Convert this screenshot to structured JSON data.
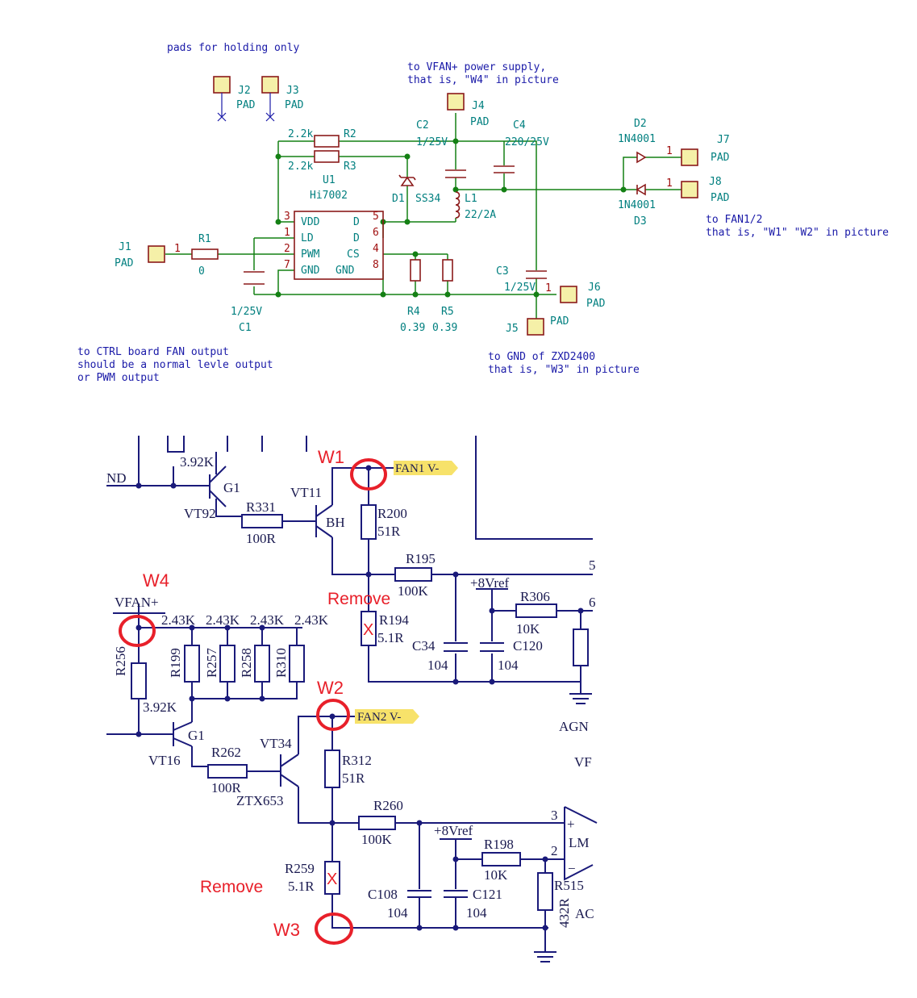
{
  "top_schematic": {
    "notes": {
      "pads_holding": "pads for holding only",
      "vfan_line1": "to VFAN+ power supply,",
      "vfan_line2": "that is, \"W4\" in picture",
      "fan_line1": "to FAN1/2",
      "fan_line2": "that is, \"W1\" \"W2\" in picture",
      "gnd_line1": "to GND of ZXD2400",
      "gnd_line2": "that is, \"W3\" in picture",
      "ctrl_line1": "to CTRL board FAN output",
      "ctrl_line2": "should be a normal levle output",
      "ctrl_line3": "or PWM output"
    },
    "pads": {
      "J1": "J1",
      "J2": "J2",
      "J3": "J3",
      "J4": "J4",
      "J5": "J5",
      "J6": "J6",
      "J7": "J7",
      "J8": "J8",
      "value": "PAD",
      "pin": "1"
    },
    "components": {
      "R1_ref": "R1",
      "R1_val": "0",
      "R2_ref": "R2",
      "R2_val": "2.2k",
      "R3_ref": "R3",
      "R3_val": "2.2k",
      "R4_ref": "R4",
      "R4_val": "0.39",
      "R5_ref": "R5",
      "R5_val": "0.39",
      "C1_ref": "C1",
      "C1_val": "1/25V",
      "C2_ref": "C2",
      "C2_val": "1/25V",
      "C3_ref": "C3",
      "C3_val": "1/25V",
      "C4_ref": "C4",
      "C4_val": "220/25V",
      "D1_ref": "D1",
      "D1_val": "SS34",
      "D2_ref": "D2",
      "D2_val": "1N4001",
      "D3_ref": "D3",
      "D3_val": "1N4001",
      "L1_ref": "L1",
      "L1_val": "22/2A",
      "U1_ref": "U1",
      "U1_val": "Hi7002"
    },
    "ic_pins": {
      "vdd": "VDD",
      "ld": "LD",
      "pwm": "PWM",
      "gnd": "GND",
      "d5": "D",
      "d6": "D",
      "cs": "CS",
      "gnd8": "GND",
      "n3": "3",
      "n1": "1",
      "n2": "2",
      "n7": "7",
      "n5": "5",
      "n6": "6",
      "n4": "4",
      "n8": "8"
    }
  },
  "bottom_schematic": {
    "markers": {
      "W1": "W1",
      "W2": "W2",
      "W3": "W3",
      "W4": "W4",
      "remove1": "Remove",
      "remove2": "Remove",
      "x": "X"
    },
    "net_tags": {
      "fan1": "FAN1 V-",
      "fan2": "FAN2 V-"
    },
    "labels": {
      "nd": "ND",
      "r392k_a": "3.92K",
      "g1_a": "G1",
      "vt92": "VT92",
      "r331": "R331",
      "r331_val": "100R",
      "vt11": "VT11",
      "bh": "BH",
      "r200": "R200",
      "r200_val": "51R",
      "r195": "R195",
      "r195_val": "100K",
      "vref_a": "+8Vref",
      "r306": "R306",
      "r306_val": "10K",
      "r194": "R194",
      "r194_val": "5.1R",
      "c34": "C34",
      "c34_val": "104",
      "c120": "C120",
      "c120_val": "104",
      "agn": "AGN",
      "vfan": "VFAN+",
      "r243_a": "2.43K",
      "r243_b": "2.43K",
      "r243_c": "2.43K",
      "r243_d": "2.43K",
      "r256": "R256",
      "r199": "R199",
      "r257": "R257",
      "r258": "R258",
      "r310": "R310",
      "r392k_b": "3.92K",
      "g1_b": "G1",
      "vt16": "VT16",
      "r262": "R262",
      "r262_val": "100R",
      "vt34": "VT34",
      "ztx653": "ZTX653",
      "r312": "R312",
      "r312_val": "51R",
      "r260": "R260",
      "r260_val": "100K",
      "vref_b": "+8Vref",
      "r198": "R198",
      "r198_val": "10K",
      "r259": "R259",
      "r259_val": "5.1R",
      "c108": "C108",
      "c108_val": "104",
      "c121": "C121",
      "c121_val": "104",
      "r515": "R515",
      "r515_val": "432R",
      "lm": "LM",
      "pin3": "3",
      "pin2": "2",
      "plus": "+",
      "minus": "−",
      "ac": "AC",
      "vf": "VF",
      "six": "6",
      "five": "5"
    }
  },
  "colors": {
    "wire_green": "#148014",
    "part_red": "#8b1a1a",
    "annotation_blue": "#1a1aa8",
    "ref_teal": "#007f7f",
    "pad_fill": "#f5f0a8",
    "marker_red": "#e8202a",
    "schem_blue": "#1a1a7a",
    "tag_yellow": "#f7e26a"
  }
}
